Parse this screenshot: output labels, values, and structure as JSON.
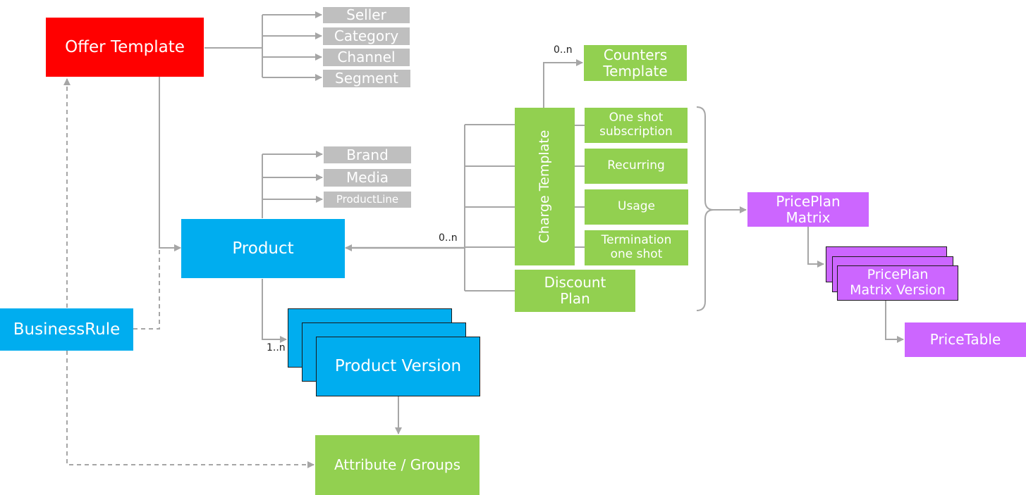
{
  "offer_template": "Offer Template",
  "offer_attrs": [
    "Seller",
    "Category",
    "Channel",
    "Segment"
  ],
  "product": "Product",
  "product_attrs": [
    "Brand",
    "Media",
    "ProductLine"
  ],
  "product_version": "Product Version",
  "attribute_groups": "Attribute / Groups",
  "business_rule": "BusinessRule",
  "counters_template": [
    "Counters",
    "Template"
  ],
  "charge_template": "Charge Template",
  "charge_types": [
    [
      "One shot",
      "subscription"
    ],
    [
      "Recurring"
    ],
    [
      "Usage"
    ],
    [
      "Termination",
      "one shot"
    ]
  ],
  "discount_plan": [
    "Discount",
    "Plan"
  ],
  "priceplan_matrix": [
    "PricePlan",
    "Matrix"
  ],
  "priceplan_matrix_version": [
    "PricePlan",
    "Matrix Version"
  ],
  "price_table": "PriceTable",
  "multiplicity": {
    "counters": "0..n",
    "charges": "0..n",
    "versions": "1..n"
  },
  "colors": {
    "offer": "#ff0000",
    "product": "#00adef",
    "charge": "#92d050",
    "attribute": "#bfbfbf",
    "priceplan": "#cc66ff",
    "connector": "#a6a6a6"
  }
}
